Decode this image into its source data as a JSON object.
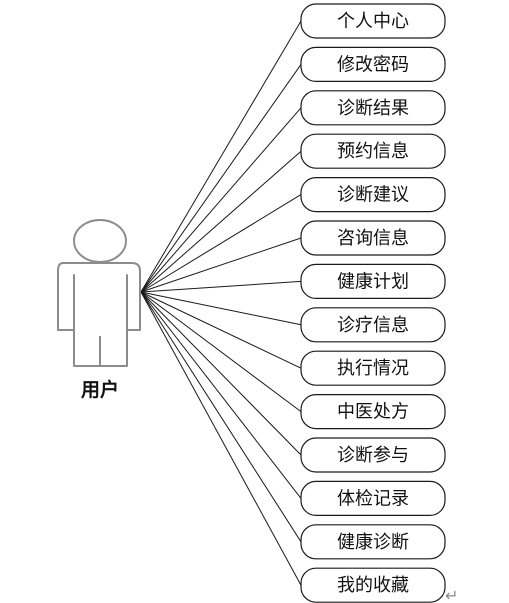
{
  "actor": {
    "label": "用户",
    "icon": "person-icon"
  },
  "use_cases": [
    "个人中心",
    "修改密码",
    "诊断结果",
    "预约信息",
    "诊断建议",
    "咨询信息",
    "健康计划",
    "诊疗信息",
    "执行情况",
    "中医处方",
    "诊断参与",
    "体检记录",
    "健康诊断",
    "我的收藏"
  ],
  "paragraph_mark": "↵",
  "colors": {
    "line": "#1a1a1a",
    "actor_stroke": "#8c8c8c",
    "box_stroke": "#1a1a1a",
    "text": "#111111"
  }
}
